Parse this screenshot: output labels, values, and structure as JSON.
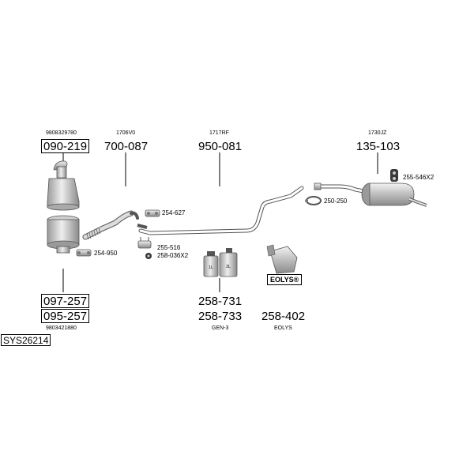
{
  "system": {
    "code": "SYS26214"
  },
  "parts": {
    "p090219": {
      "ref": "9808329780",
      "number": "090-219"
    },
    "p700087": {
      "ref": "1706V0",
      "number": "700-087"
    },
    "p950081": {
      "ref": "1717RF",
      "number": "950-081"
    },
    "p135103": {
      "ref": "1730JZ",
      "number": "135-103"
    },
    "p097257": {
      "number": "097-257"
    },
    "p095257": {
      "number": "095-257",
      "ref": "9803421880"
    },
    "p258731": {
      "number": "258-731"
    },
    "p258733": {
      "number": "258-733",
      "caption": "GEN-3"
    },
    "p258402": {
      "number": "258-402",
      "caption": "EOLYS",
      "badge": "EOLYS®"
    }
  },
  "small_labels": {
    "l254627": "254-627",
    "l254950": "254-950",
    "l255516": "255-516",
    "l258036": "258-036X2",
    "l250250": "250-250",
    "l255546": "255-546X2"
  },
  "bottle_marks": {
    "left": "1L",
    "right": "2L"
  },
  "colors": {
    "line": "#000000",
    "part_fill": "#d9d9d9",
    "part_stroke": "#555555"
  }
}
